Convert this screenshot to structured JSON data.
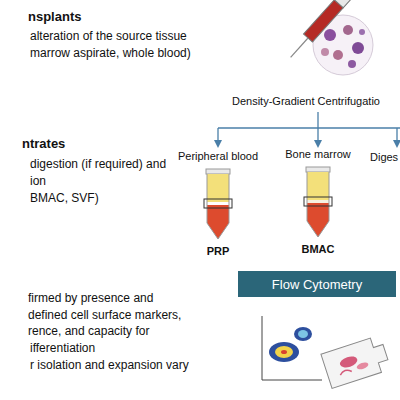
{
  "diagram": {
    "nodes": [
      {
        "text": [
          "Peripheral blood",
          "PRP"
        ]
      },
      {
        "text": [
          "Bone marrow",
          "BMAC"
        ]
      },
      {
        "text": [
          "Flow Cytometry"
        ]
      }
    ],
    "labels": [
      "nsplants",
      "alteration of the source tissue",
      "marrow aspirate, whole blood)",
      "Density-Gradient Centrifugatio",
      "ntrates",
      "digestion (if required) and",
      "ion",
      "BMAC, SVF)",
      "Diges",
      "firmed by presence and",
      "defined cell surface markers,",
      "rence, and capacity for",
      "ifferentiation",
      "r isolation and expansion vary"
    ]
  }
}
